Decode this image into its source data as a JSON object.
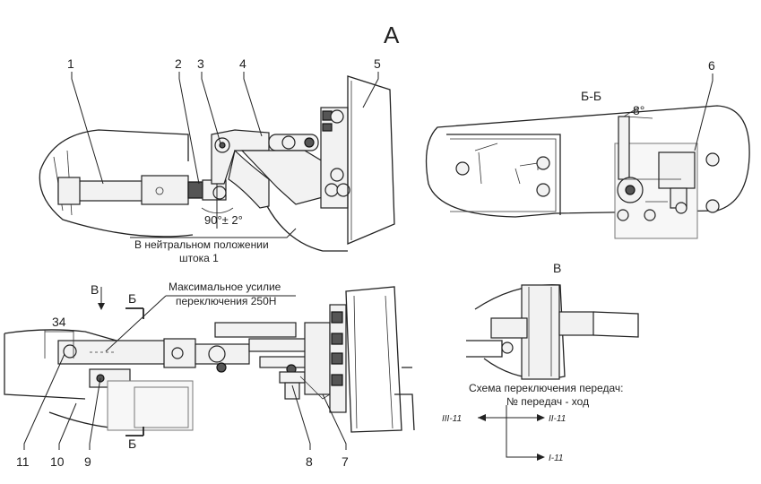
{
  "view_labels": {
    "main": "А",
    "section_bb": "Б-Б",
    "view_v": "В",
    "arrow_v": "В",
    "section_b_top": "Б",
    "section_b_bottom": "Б"
  },
  "callouts": {
    "c1": "1",
    "c2": "2",
    "c3": "3",
    "c4": "4",
    "c5": "5",
    "c6": "6",
    "c7": "7",
    "c8": "8",
    "c9": "9",
    "c10": "10",
    "c11": "11"
  },
  "dimensions": {
    "angle_neutral": "90°± 2°",
    "angle_bb": "8°",
    "length_34": "34"
  },
  "notes": {
    "neutral_line1": "В нейтральном положении",
    "neutral_line2": "штока 1",
    "force_line1": "Максимальное усилие",
    "force_line2": "переключения 250Н"
  },
  "shift_scheme": {
    "title_line1": "Схема переключения передач:",
    "title_line2": "№ передач - ход",
    "gears": {
      "g3": "III-11",
      "g2": "II-11",
      "g1": "I-11"
    }
  }
}
